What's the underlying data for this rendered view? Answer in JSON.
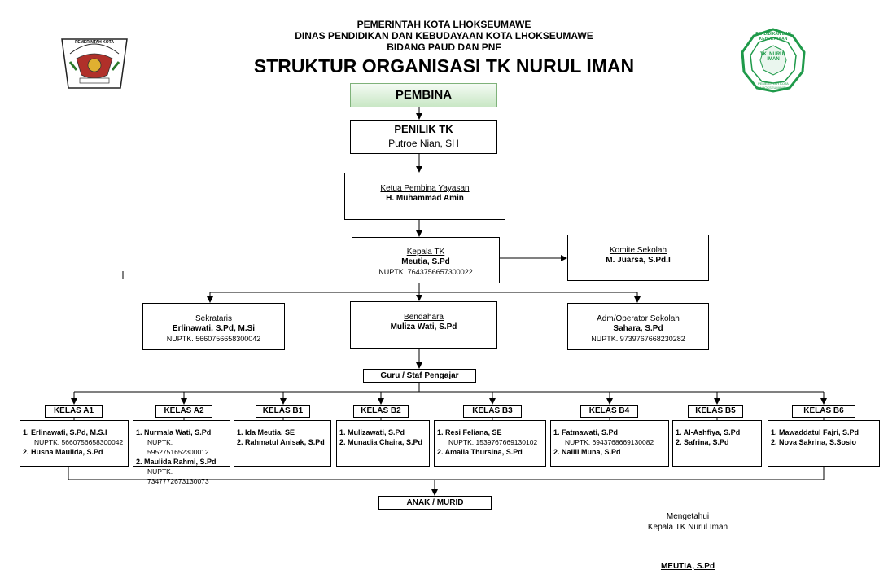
{
  "header": {
    "line1": "PEMERINTAH KOTA LHOKSEUMAWE",
    "line2": "DINAS PENDIDIKAN DAN KEBUDAYAAN KOTA LHOKSEUMAWE",
    "line3": "BIDANG PAUD DAN PNF",
    "title": "STRUKTUR ORGANISASI TK NURUL IMAN"
  },
  "logos": {
    "left_text": "PEMERINTAH KOTA",
    "right_text_outer": "PENDIDIKAN DAN KEBUDAYAAN",
    "right_text_mid": "TK. NURUL IMAN",
    "right_text_inner": "PEMERINTAH KOTA LHOKSEUMAWE",
    "left_color": "#b0302a",
    "right_color": "#1f9a4a"
  },
  "pembina": {
    "label": "PEMBINA"
  },
  "penilik": {
    "title": "PENILIK TK",
    "name": "Putroe Nian, SH"
  },
  "ketua": {
    "title": "Ketua Pembina Yayasan",
    "name": "H. Muhammad Amin"
  },
  "kepala": {
    "title": "Kepala TK",
    "name": "Meutia, S.Pd",
    "nuptk": "NUPTK. 7643756657300022"
  },
  "komite": {
    "title": "Komite Sekolah",
    "name": "M. Juarsa, S.Pd.I"
  },
  "sekretaris": {
    "title": "Sekrataris",
    "name": "Erlinawati, S.Pd, M.Si",
    "nuptk": "NUPTK. 5660756658300042"
  },
  "bendahara": {
    "title": "Bendahara",
    "name": "Muliza Wati, S.Pd"
  },
  "adm": {
    "title": "Adm/Operator Sekolah",
    "name": "Sahara, S.Pd",
    "nuptk": "NUPTK. 9739767668230282"
  },
  "guru": {
    "label": "Guru / Staf Pengajar"
  },
  "kelas": [
    {
      "label": "KELAS A1",
      "entries": [
        {
          "name": "1. Erlinawati, S.Pd, M.S.I",
          "nuptk": "NUPTK. 5660756658300042"
        },
        {
          "name": "2. Husna Maulida, S.Pd",
          "nuptk": ""
        }
      ]
    },
    {
      "label": "KELAS A2",
      "entries": [
        {
          "name": "1.  Nurmala Wati, S.Pd",
          "nuptk": "NUPTK. 5952751652300012"
        },
        {
          "name": "2.  Maulida Rahmi, S.Pd",
          "nuptk": "NUPTK. 7347772673130073"
        }
      ]
    },
    {
      "label": "KELAS B1",
      "entries": [
        {
          "name": "1.  Ida Meutia, SE",
          "nuptk": ""
        },
        {
          "name": "2.  Rahmatul Anisak, S.Pd",
          "nuptk": ""
        }
      ]
    },
    {
      "label": "KELAS B2",
      "entries": [
        {
          "name": "1. Mulizawati, S.Pd",
          "nuptk": ""
        },
        {
          "name": "2. Munadia Chaira, S.Pd",
          "nuptk": ""
        }
      ]
    },
    {
      "label": "KELAS B3",
      "entries": [
        {
          "name": "1. Resi Feliana, SE",
          "nuptk": "NUPTK. 1539767669130102"
        },
        {
          "name": "2. Amalia Thursina, S.Pd",
          "nuptk": ""
        }
      ]
    },
    {
      "label": "KELAS B4",
      "entries": [
        {
          "name": "1. Fatmawati, S.Pd",
          "nuptk": "NUPTK. 6943768669130082"
        },
        {
          "name": "2. Nailil Muna, S.Pd",
          "nuptk": ""
        }
      ]
    },
    {
      "label": "KELAS B5",
      "entries": [
        {
          "name": "1. Al-Ashfiya, S.Pd",
          "nuptk": ""
        },
        {
          "name": "2. Safrina, S.Pd",
          "nuptk": ""
        }
      ]
    },
    {
      "label": "KELAS B6",
      "entries": [
        {
          "name": "1. Mawaddatul Fajri, S.Pd",
          "nuptk": ""
        },
        {
          "name": "2. Nova Sakrina, S.Sosio",
          "nuptk": ""
        }
      ]
    }
  ],
  "murid": {
    "label": "ANAK / MURID"
  },
  "footer": {
    "mengetahui": "Mengetahui",
    "role": "Kepala TK Nurul Iman",
    "signer": "MEUTIA, S.Pd"
  }
}
